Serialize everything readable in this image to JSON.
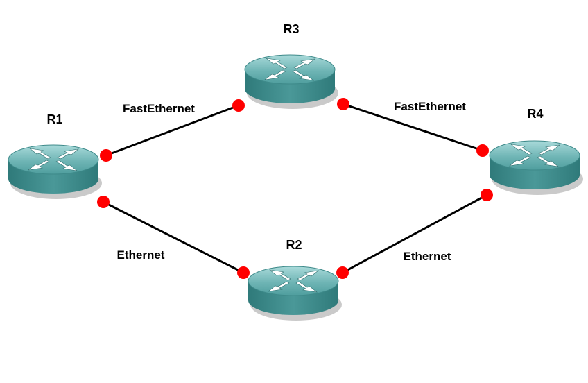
{
  "colors": {
    "background": "#ffffff",
    "link": "#000000",
    "interface_dot": "#ff0000",
    "router_top": "#6fb5b5",
    "router_side": "#3f8c8c",
    "router_shadow": "#b8b8b8"
  },
  "routers": [
    {
      "id": "r1",
      "name": "R1",
      "icon": "router-icon"
    },
    {
      "id": "r2",
      "name": "R2",
      "icon": "router-icon"
    },
    {
      "id": "r3",
      "name": "R3",
      "icon": "router-icon"
    },
    {
      "id": "r4",
      "name": "R4",
      "icon": "router-icon"
    }
  ],
  "links": [
    {
      "from": "R1",
      "to": "R3",
      "label": "FastEthernet"
    },
    {
      "from": "R3",
      "to": "R4",
      "label": "FastEthernet"
    },
    {
      "from": "R1",
      "to": "R2",
      "label": "Ethernet"
    },
    {
      "from": "R2",
      "to": "R4",
      "label": "Ethernet"
    }
  ]
}
